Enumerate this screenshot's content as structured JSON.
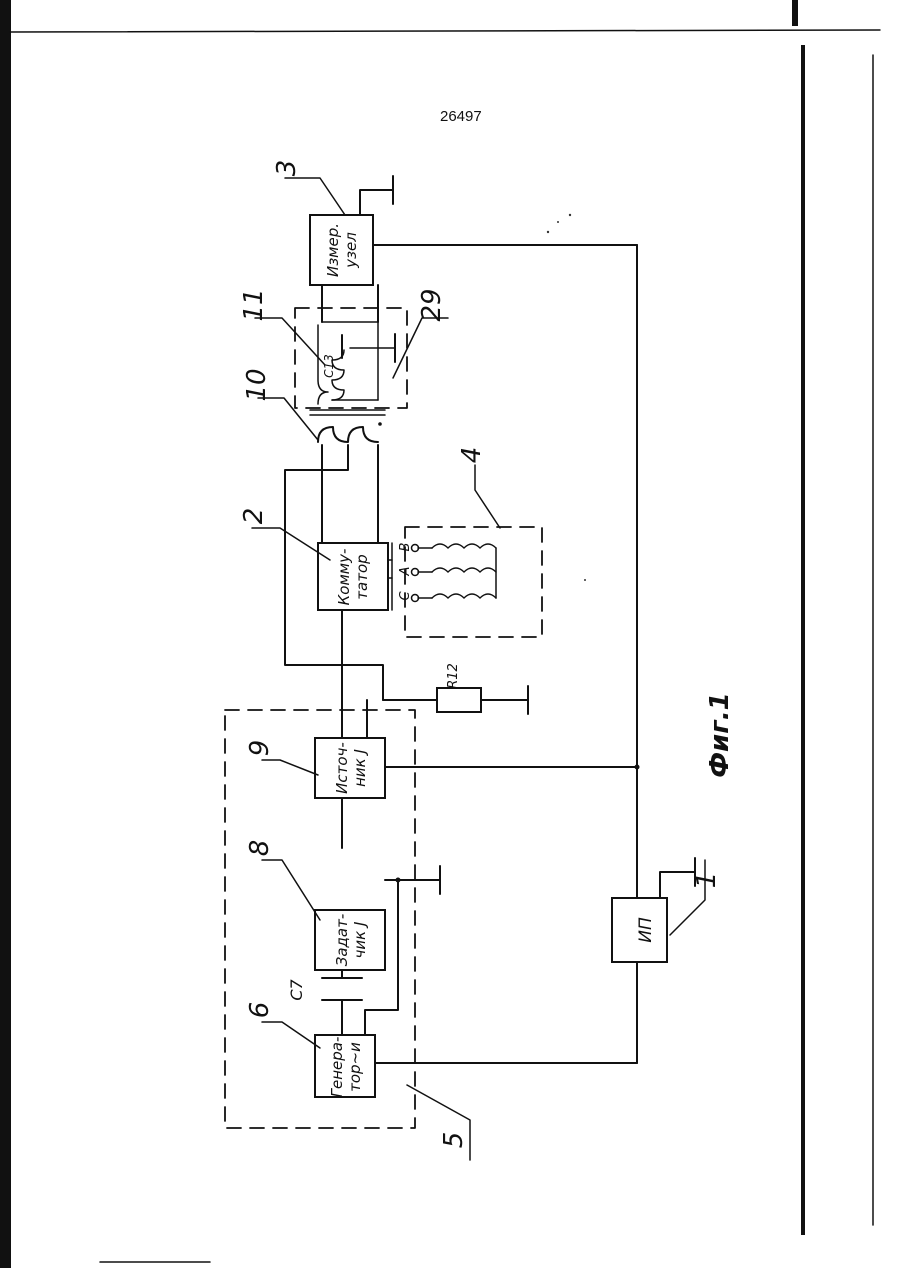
{
  "page_number": "26497",
  "figure_caption": "Фиг.1",
  "blocks": {
    "b1": {
      "number": "1",
      "label": "ИП"
    },
    "b2": {
      "number": "2",
      "line1": "Комму-",
      "line2": "татор"
    },
    "b3": {
      "number": "3",
      "line1": "Измер.",
      "line2": "узел"
    },
    "b6": {
      "number": "6",
      "line1": "Генера-",
      "line2": "тор~и"
    },
    "b8": {
      "number": "8",
      "line1": "Задат-",
      "line2": "чик J"
    },
    "b9": {
      "number": "9",
      "line1": "Источ-",
      "line2": "ник J"
    }
  },
  "unit4_number": "4",
  "unit5_number": "5",
  "winding10_number": "10",
  "winding11_number": "11",
  "shield29_number": "29",
  "components": {
    "c7": "C7",
    "r12": "R12",
    "c13": "C13"
  },
  "phase_labels": {
    "a": "A",
    "b": "B",
    "c": "C"
  }
}
